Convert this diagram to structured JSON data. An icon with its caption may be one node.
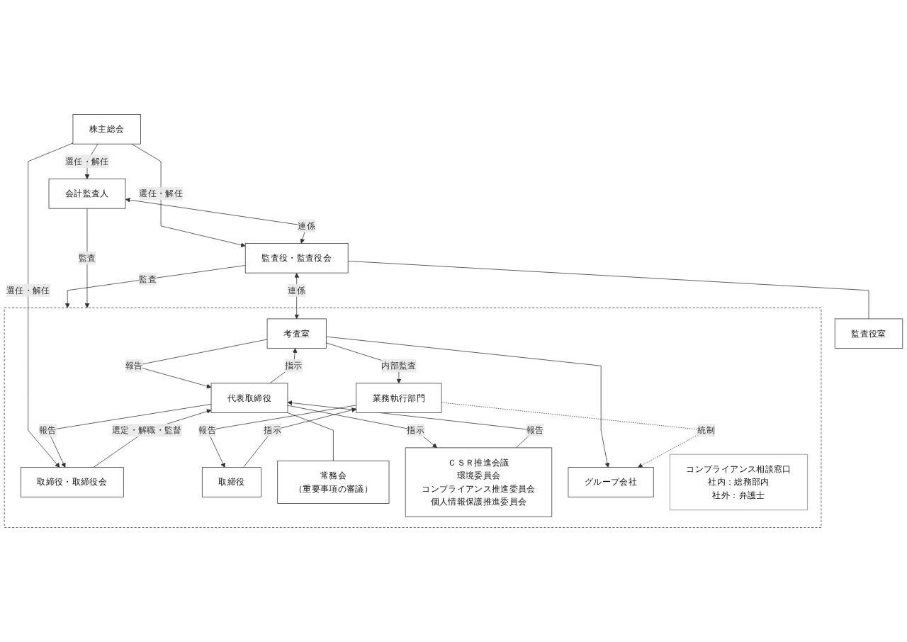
{
  "diagram": {
    "nodes": [
      {
        "text": [
          "株主総会"
        ]
      },
      {
        "text": [],
        "shape": "box"
      },
      {
        "text": [
          "監査役・監査役会"
        ]
      },
      {
        "text": [
          "監査役室"
        ]
      },
      {
        "text": [
          "取締役・取締役会"
        ],
        "in": 1
      },
      {
        "text": [
          "代表取締役"
        ],
        "in": 1
      },
      {
        "text": [
          "取締役"
        ],
        "in": 1
      },
      {
        "text": [
          "考査室"
        ],
        "in": 1
      },
      {
        "text": [
          "常務会",
          "（重要事項の審議）"
        ],
        "in": 1
      },
      {
        "text": [
          "ＣＳＲ推進会議",
          "環境委員会",
          "コンプライアンス推進委員会",
          "個人情報保護推進委員会"
        ],
        "in": 1
      },
      {
        "text": [
          "業務執行部門"
        ],
        "in": 1
      },
      {
        "text": [
          "グループ会社"
        ],
        "in": 1
      },
      {
        "text": [
          "コンプライアンス相談窓口",
          "社内：総務部内",
          "社外：弁護士"
        ],
        "in": 1
      },
      {
        "text": [
          "会計監査人"
        ]
      }
    ],
    "edges": [
      {
        "from": 0,
        "to": 2,
        "arrow": "to",
        "label": "選任・解任"
      },
      {
        "from": 0,
        "to": 4,
        "arrow": "to",
        "label": "選任・解任"
      },
      {
        "from": 0,
        "to": 13,
        "arrow": "to",
        "label": "選任・解任"
      },
      {
        "from": 2,
        "to": 1,
        "arrow": "to",
        "label": "監査"
      },
      {
        "from": 2,
        "to": 7,
        "arrow": "both",
        "label": "連係"
      },
      {
        "from": 2,
        "to": 3,
        "arrow": "none"
      },
      {
        "from": 13,
        "to": 1,
        "arrow": "to",
        "label": "監査"
      },
      {
        "from": 13,
        "to": 2,
        "arrow": "both",
        "label": "連係"
      },
      {
        "from": 5,
        "to": 4,
        "arrow": "to",
        "label": "報告"
      },
      {
        "from": 4,
        "to": 5,
        "arrow": "to",
        "label": "選定・解職・監督"
      },
      {
        "from": 5,
        "to": 7,
        "arrow": "to",
        "label": "指示"
      },
      {
        "from": 7,
        "to": 5,
        "arrow": "to",
        "label": "報告"
      },
      {
        "from": 5,
        "to": 8,
        "arrow": "none"
      },
      {
        "from": 5,
        "to": 9,
        "arrow": "to",
        "label": "指示"
      },
      {
        "from": 9,
        "to": 5,
        "arrow": "to",
        "label": "報告"
      },
      {
        "from": 6,
        "to": 10,
        "arrow": "to",
        "label": "指示"
      },
      {
        "from": 10,
        "to": 6,
        "arrow": "to",
        "label": "報告"
      },
      {
        "from": 7,
        "to": 10,
        "arrow": "to",
        "label": "内部監査"
      },
      {
        "from": 7,
        "to": 11,
        "arrow": "to"
      },
      {
        "from": 10,
        "to": 11,
        "arrow": "to",
        "label": "統制",
        "style": "dashed"
      }
    ]
  }
}
